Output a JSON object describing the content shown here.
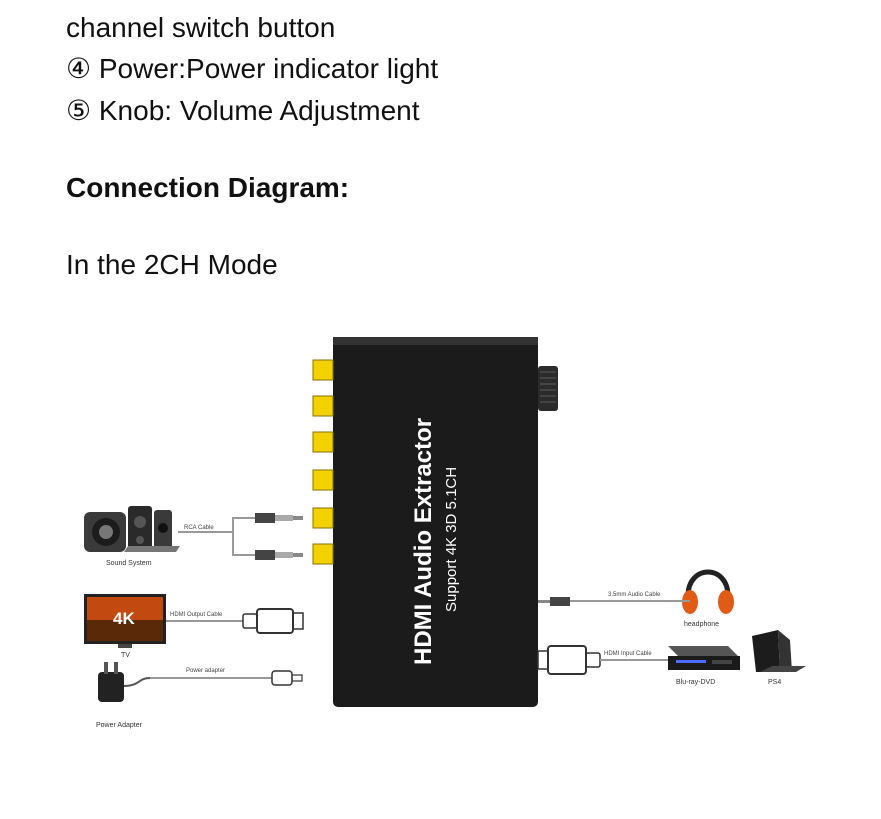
{
  "intro": {
    "line1": "channel switch button",
    "line2": "④ Power:Power indicator light",
    "line3": "⑤ Knob: Volume Adjustment"
  },
  "heading": "Connection Diagram:",
  "mode": "In the 2CH Mode",
  "diagram": {
    "device": {
      "title": "HDMI Audio Extractor",
      "subtitle": "Support 4K 3D 5.1CH",
      "body_color": "#1b1b1b",
      "jack_color": "#f2d200"
    },
    "left": {
      "rca_cable": "RCA Cable",
      "sound_system": "Sound System",
      "hdmi_output_cable": "HDMI Output Cable",
      "tv": "TV",
      "tv_screen_text": "4K",
      "power_adapter_cable": "Power adapter",
      "power_adapter": "Power Adapter"
    },
    "right": {
      "audio_cable": "3.5mm Audio Cable",
      "headphone": "headphone",
      "hdmi_input_cable": "HDMI Input Cable",
      "bluray": "Blu-ray-DVD",
      "ps4": "PS4"
    }
  }
}
